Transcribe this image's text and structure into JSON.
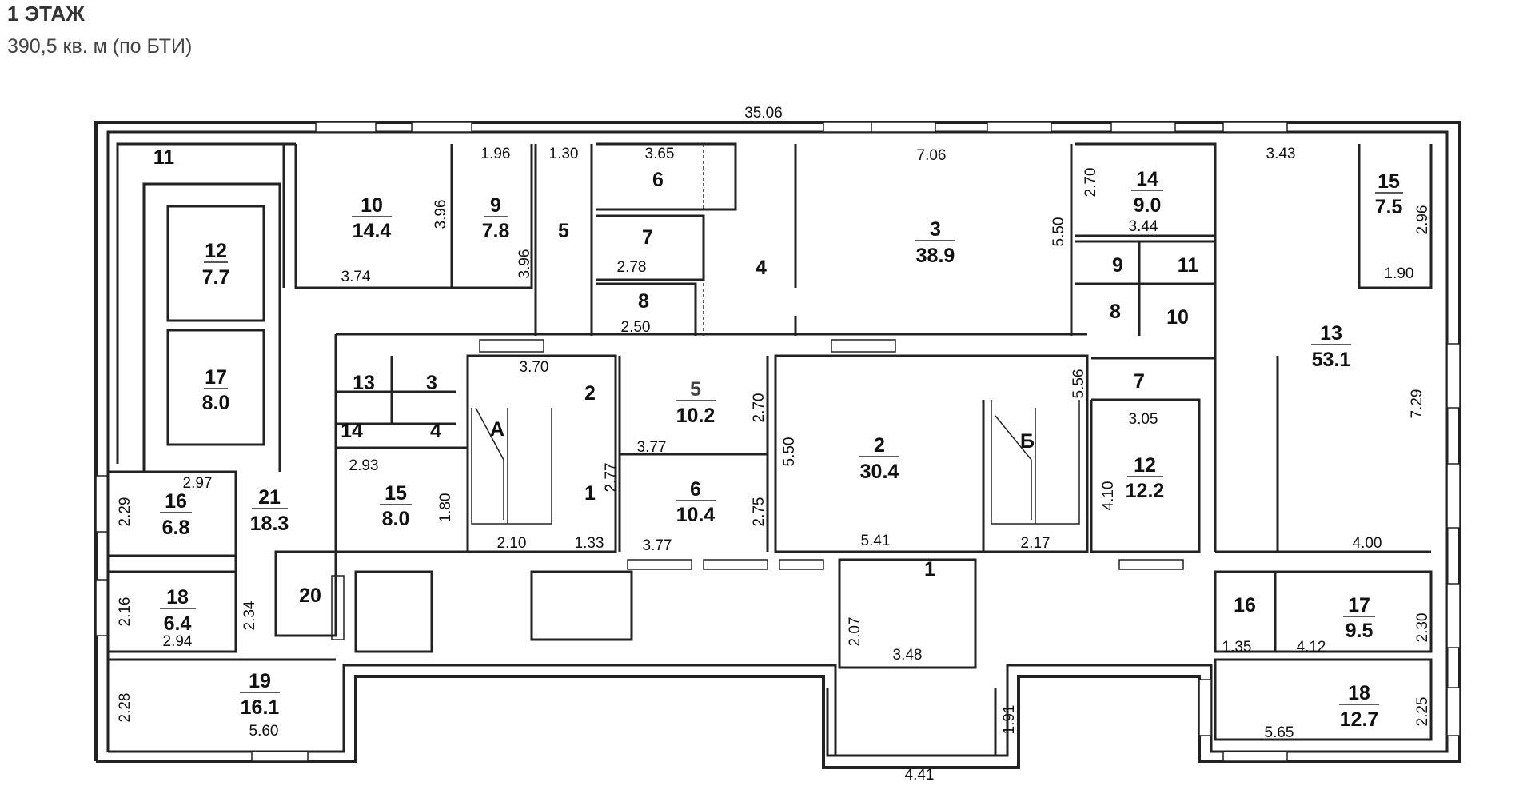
{
  "header": {
    "title": "1 ЭТАЖ",
    "subtitle": "390,5 кв. м (по БТИ)"
  },
  "plan": {
    "overall_width": "35.06",
    "stair_labels": [
      "А",
      "Б"
    ],
    "rooms": [
      {
        "id": "r12-left",
        "num": "12",
        "area": "7.7"
      },
      {
        "id": "r17-left",
        "num": "17",
        "area": "8.0"
      },
      {
        "id": "r10-top",
        "num": "10",
        "area": "14.4"
      },
      {
        "id": "r9-top",
        "num": "9",
        "area": "7.8"
      },
      {
        "id": "r3-top",
        "num": "3",
        "area": "38.9"
      },
      {
        "id": "r14-top",
        "num": "14",
        "area": "9.0"
      },
      {
        "id": "r15-top",
        "num": "15",
        "area": "7.5"
      },
      {
        "id": "r13-right",
        "num": "13",
        "area": "53.1"
      },
      {
        "id": "r5-mid",
        "num": "5",
        "area": "10.2"
      },
      {
        "id": "r6-mid",
        "num": "6",
        "area": "10.4"
      },
      {
        "id": "r2-mid",
        "num": "2",
        "area": "30.4"
      },
      {
        "id": "r12-right",
        "num": "12",
        "area": "12.2"
      },
      {
        "id": "r16-left",
        "num": "16",
        "area": "6.8"
      },
      {
        "id": "r21-left",
        "num": "21",
        "area": "18.3"
      },
      {
        "id": "r15-mid",
        "num": "15",
        "area": "8.0"
      },
      {
        "id": "r18-left",
        "num": "18",
        "area": "6.4"
      },
      {
        "id": "r19-left",
        "num": "19",
        "area": "16.1"
      },
      {
        "id": "r17-right",
        "num": "17",
        "area": "9.5"
      },
      {
        "id": "r18-right",
        "num": "18",
        "area": "12.7"
      }
    ],
    "labels": [
      {
        "id": "l11-tl",
        "text": "11"
      },
      {
        "id": "l5-top",
        "text": "5"
      },
      {
        "id": "l6-top",
        "text": "6"
      },
      {
        "id": "l7-top",
        "text": "7"
      },
      {
        "id": "l8-top",
        "text": "8"
      },
      {
        "id": "l4-top",
        "text": "4"
      },
      {
        "id": "l9-wc",
        "text": "9"
      },
      {
        "id": "l11-wc",
        "text": "11"
      },
      {
        "id": "l8-wc",
        "text": "8"
      },
      {
        "id": "l10-wc",
        "text": "10"
      },
      {
        "id": "l13-wc",
        "text": "13"
      },
      {
        "id": "l3-wc",
        "text": "3"
      },
      {
        "id": "l14-wc",
        "text": "14"
      },
      {
        "id": "l4-wc",
        "text": "4"
      },
      {
        "id": "l2-stair",
        "text": "2"
      },
      {
        "id": "l1-stair",
        "text": "1"
      },
      {
        "id": "l7-right",
        "text": "7"
      },
      {
        "id": "l20-left",
        "text": "20"
      },
      {
        "id": "l1-bottom",
        "text": "1"
      },
      {
        "id": "l16-right",
        "text": "16"
      }
    ],
    "dims": [
      {
        "id": "d1-96",
        "text": "1.96"
      },
      {
        "id": "d1-30",
        "text": "1.30"
      },
      {
        "id": "d3-65",
        "text": "3.65"
      },
      {
        "id": "d7-06",
        "text": "7.06"
      },
      {
        "id": "d3-43",
        "text": "3.43"
      },
      {
        "id": "d3-74",
        "text": "3.74"
      },
      {
        "id": "d2-78",
        "text": "2.78"
      },
      {
        "id": "d2-50",
        "text": "2.50"
      },
      {
        "id": "d3-44",
        "text": "3.44"
      },
      {
        "id": "d1-90",
        "text": "1.90"
      },
      {
        "id": "d3-70",
        "text": "3.70"
      },
      {
        "id": "d3-05",
        "text": "3.05"
      },
      {
        "id": "d3-77a",
        "text": "3.77"
      },
      {
        "id": "d2-93",
        "text": "2.93"
      },
      {
        "id": "d2-97",
        "text": "2.97"
      },
      {
        "id": "d2-10",
        "text": "2.10"
      },
      {
        "id": "d1-33",
        "text": "1.33"
      },
      {
        "id": "d3-77b",
        "text": "3.77"
      },
      {
        "id": "d5-41",
        "text": "5.41"
      },
      {
        "id": "d2-17",
        "text": "2.17"
      },
      {
        "id": "d4-00",
        "text": "4.00"
      },
      {
        "id": "d2-94",
        "text": "2.94"
      },
      {
        "id": "d3-48",
        "text": "3.48"
      },
      {
        "id": "d1-35",
        "text": "1.35"
      },
      {
        "id": "d4-12",
        "text": "4.12"
      },
      {
        "id": "d5-60",
        "text": "5.60"
      },
      {
        "id": "d5-65",
        "text": "5.65"
      },
      {
        "id": "d4-41",
        "text": "4.41"
      }
    ],
    "vdims": [
      {
        "id": "v3-96a",
        "text": "3.96"
      },
      {
        "id": "v3-96b",
        "text": "3.96"
      },
      {
        "id": "v2-70a",
        "text": "2.70"
      },
      {
        "id": "v5-50a",
        "text": "5.50"
      },
      {
        "id": "v2-96",
        "text": "2.96"
      },
      {
        "id": "v7-29",
        "text": "7.29"
      },
      {
        "id": "v2-70b",
        "text": "2.70"
      },
      {
        "id": "v5-50b",
        "text": "5.50"
      },
      {
        "id": "v2-77",
        "text": "2.77"
      },
      {
        "id": "v2-75",
        "text": "2.75"
      },
      {
        "id": "v5-56",
        "text": "5.56"
      },
      {
        "id": "v4-10",
        "text": "4.10"
      },
      {
        "id": "v1-80",
        "text": "1.80"
      },
      {
        "id": "v2-29",
        "text": "2.29"
      },
      {
        "id": "v2-16",
        "text": "2.16"
      },
      {
        "id": "v2-34",
        "text": "2.34"
      },
      {
        "id": "v2-28",
        "text": "2.28"
      },
      {
        "id": "v2-07",
        "text": "2.07"
      },
      {
        "id": "v2-30",
        "text": "2.30"
      },
      {
        "id": "v2-25",
        "text": "2.25"
      },
      {
        "id": "v1-91",
        "text": "1.91"
      }
    ]
  }
}
